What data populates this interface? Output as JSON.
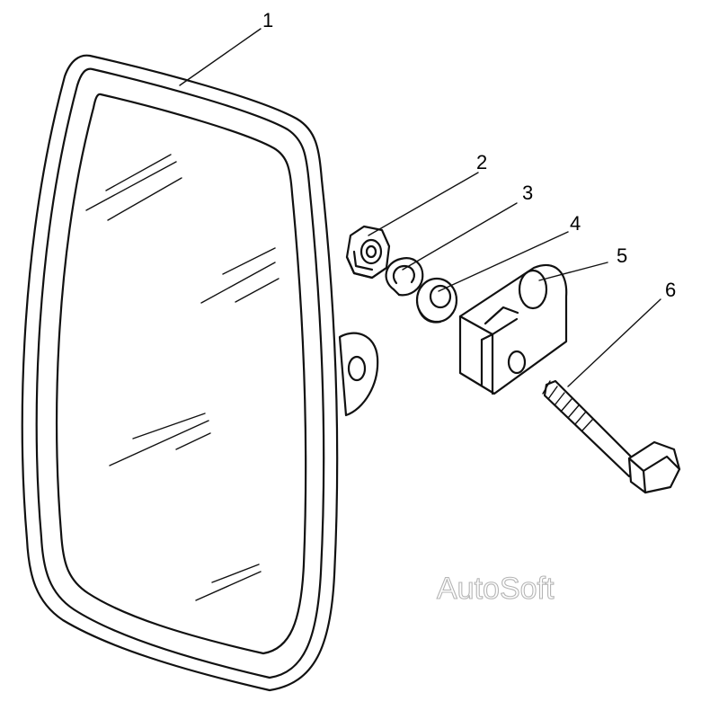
{
  "diagram": {
    "callouts": [
      {
        "id": "1",
        "label": "1"
      },
      {
        "id": "2",
        "label": "2"
      },
      {
        "id": "3",
        "label": "3"
      },
      {
        "id": "4",
        "label": "4"
      },
      {
        "id": "5",
        "label": "5"
      },
      {
        "id": "6",
        "label": "6"
      }
    ],
    "watermark": "AutoSoft"
  }
}
